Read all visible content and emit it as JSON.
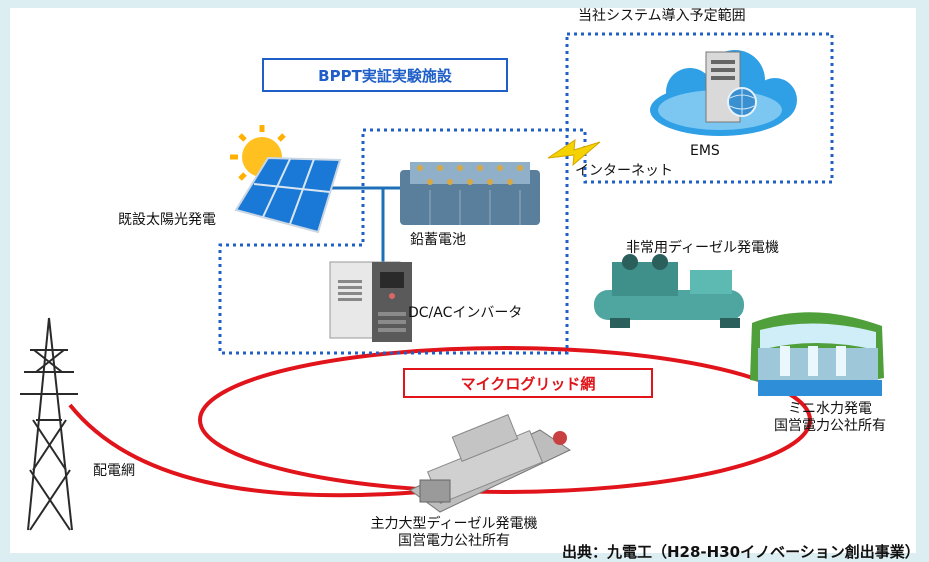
{
  "labels": {
    "planned_scope": "当社システム導入予定範囲",
    "bppt_facility": "BPPT実証実験施設",
    "ems": "EMS",
    "internet": "インターネット",
    "solar": "既設太陽光発電",
    "battery": "鉛蓄電池",
    "inverter": "DC/ACインバータ",
    "emergency_diesel": "非常用ディーゼル発電機",
    "microgrid": "マイクログリッド網",
    "mini_hydro_line1": "ミニ水力発電",
    "mini_hydro_line2": "国営電力公社所有",
    "distribution": "配電網",
    "main_diesel_line1": "主力大型ディーゼル発電機",
    "main_diesel_line2": "国営電力公社所有",
    "source": "出典：九電工（H28-H30イノベーション創出事業）"
  },
  "colors": {
    "scope_border": "#1f5fc7",
    "grid_line": "#e0141a",
    "connector": "#1e6fb8",
    "background_frame": "#dceef2"
  }
}
